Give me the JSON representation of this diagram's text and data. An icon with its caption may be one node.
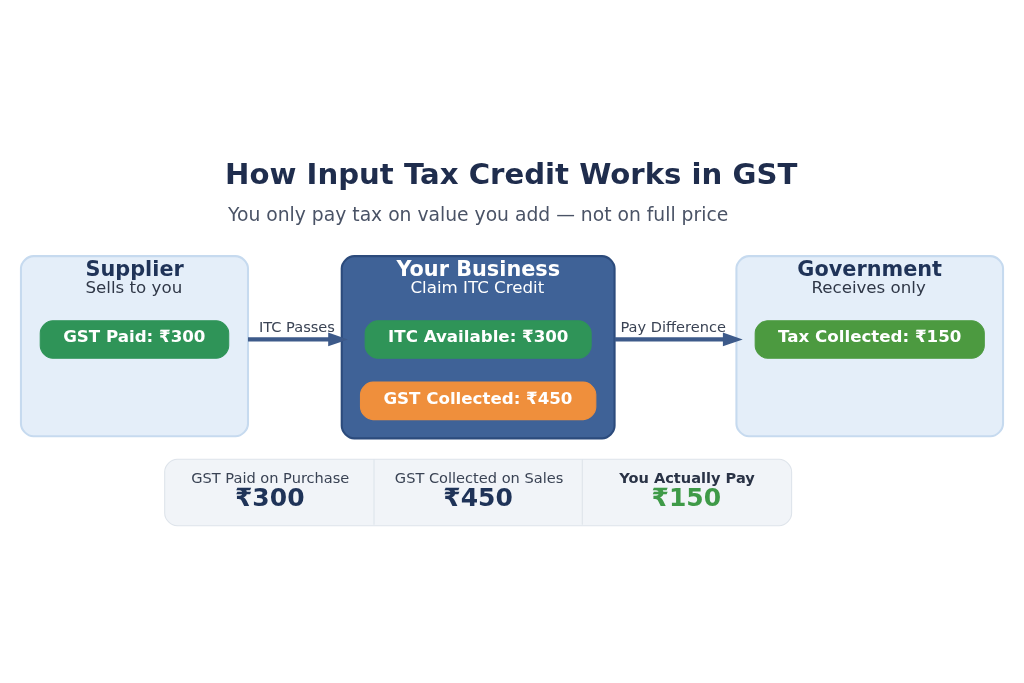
{
  "diagram": {
    "title": "How Input Tax Credit Works in GST",
    "nodes": [
      {
        "text": [
          "Supplier",
          "Sells to you"
        ]
      },
      {
        "text": [
          "GST Paid: ₹300"
        ],
        "in": 0
      },
      {
        "text": [
          "Your Business",
          "Claim ITC Credit"
        ]
      },
      {
        "text": [
          "ITC Available: ₹300"
        ],
        "in": 2
      },
      {
        "text": [
          "GST Collected: ₹450"
        ],
        "in": 2
      },
      {
        "text": [
          "Government",
          "Receives only"
        ]
      },
      {
        "text": [
          "Tax Collected: ₹150"
        ],
        "in": 5
      },
      {
        "text": [
          "GST Paid on Purchase",
          "₹300",
          "GST Collected on Sales",
          "₹450",
          "You Actually Pay",
          "₹150"
        ]
      }
    ],
    "edges": [
      {
        "from": 0,
        "to": 2,
        "arrow": "to",
        "label": "ITC Passes"
      },
      {
        "from": 2,
        "to": 5,
        "arrow": "to",
        "label": "Pay Difference"
      }
    ],
    "labels": [
      "You only pay tax on value you add — not on full price"
    ]
  }
}
